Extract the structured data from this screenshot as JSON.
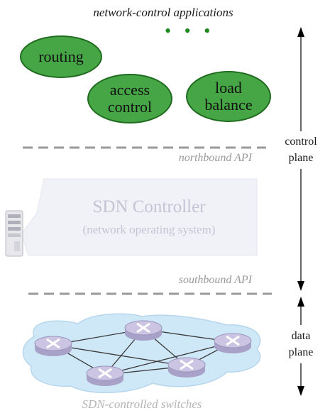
{
  "apps_title": "network-control applications",
  "ellipsis": "• • •",
  "apps": [
    {
      "label": "routing"
    },
    {
      "label": "access\ncontrol"
    },
    {
      "label": "load\nbalance"
    }
  ],
  "northbound_label": "northbound API",
  "controller": {
    "title": "SDN Controller",
    "subtitle": "(network operating system)"
  },
  "southbound_label": "southbound API",
  "switches_label": "SDN-controlled switches",
  "control_plane_label": "control\nplane",
  "data_plane_label": "data\nplane",
  "colors": {
    "app_fill": "#46a646",
    "app_border": "#1f6b1f",
    "controller_fill": "#f1f1f8",
    "cloud_fill": "#cfe8f8",
    "switch_fill": "#c9c3e0",
    "arrow": "#000000"
  },
  "icons": {
    "server": "server-icon",
    "switch": "switch-icon",
    "arrow": "arrow-icon"
  }
}
